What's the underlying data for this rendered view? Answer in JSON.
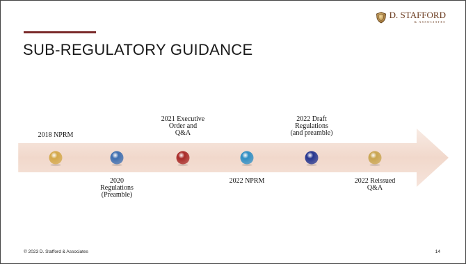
{
  "slide": {
    "title": "SUB-REGULATORY GUIDANCE",
    "footer": "© 2023 D. Stafford & Associates",
    "page_number": "14"
  },
  "logo": {
    "name": "D. STAFFORD",
    "subtitle": "& ASSOCIATES"
  },
  "timeline": {
    "events": [
      {
        "label": "2018 NPRM",
        "position": "above",
        "dot_color": "#d4a84a"
      },
      {
        "label": "2020\nRegulations\n(Preamble)",
        "position": "below",
        "dot_color": "#3d6eb0"
      },
      {
        "label": "2021 Executive\nOrder and\nQ&A",
        "position": "above",
        "dot_color": "#a82a28"
      },
      {
        "label": "2022 NPRM",
        "position": "below",
        "dot_color": "#2f8ec4"
      },
      {
        "label": "2022 Draft\nRegulations\n(and preamble)",
        "position": "above",
        "dot_color": "#25358f"
      },
      {
        "label": "2022 Reissued\nQ&A",
        "position": "below",
        "dot_color": "#c9a550"
      }
    ]
  }
}
